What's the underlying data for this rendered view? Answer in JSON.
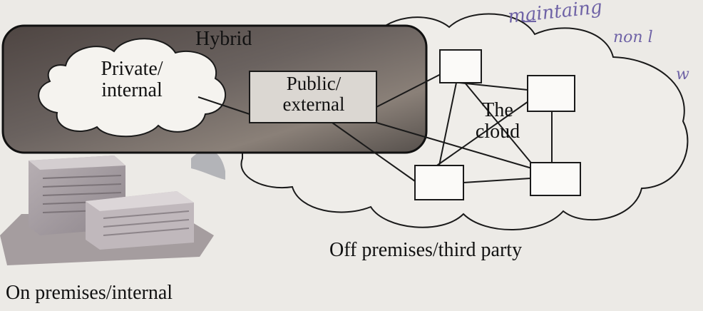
{
  "diagram": {
    "hybrid_label": "Hybrid",
    "private_cloud_label": "Private/\ninternal",
    "public_cloud_label": "Public/\nexternal",
    "the_cloud_label": "The\ncloud",
    "off_premises_label": "Off premises/third party",
    "on_premises_label": "On premises/internal"
  },
  "annotations": {
    "line1": "maintaing",
    "line2": "non l",
    "line3": "w"
  },
  "colors": {
    "hybrid_fill": "#5e5450",
    "cloud_outline": "#1a1a1a",
    "handwriting": "#6f63a6"
  }
}
